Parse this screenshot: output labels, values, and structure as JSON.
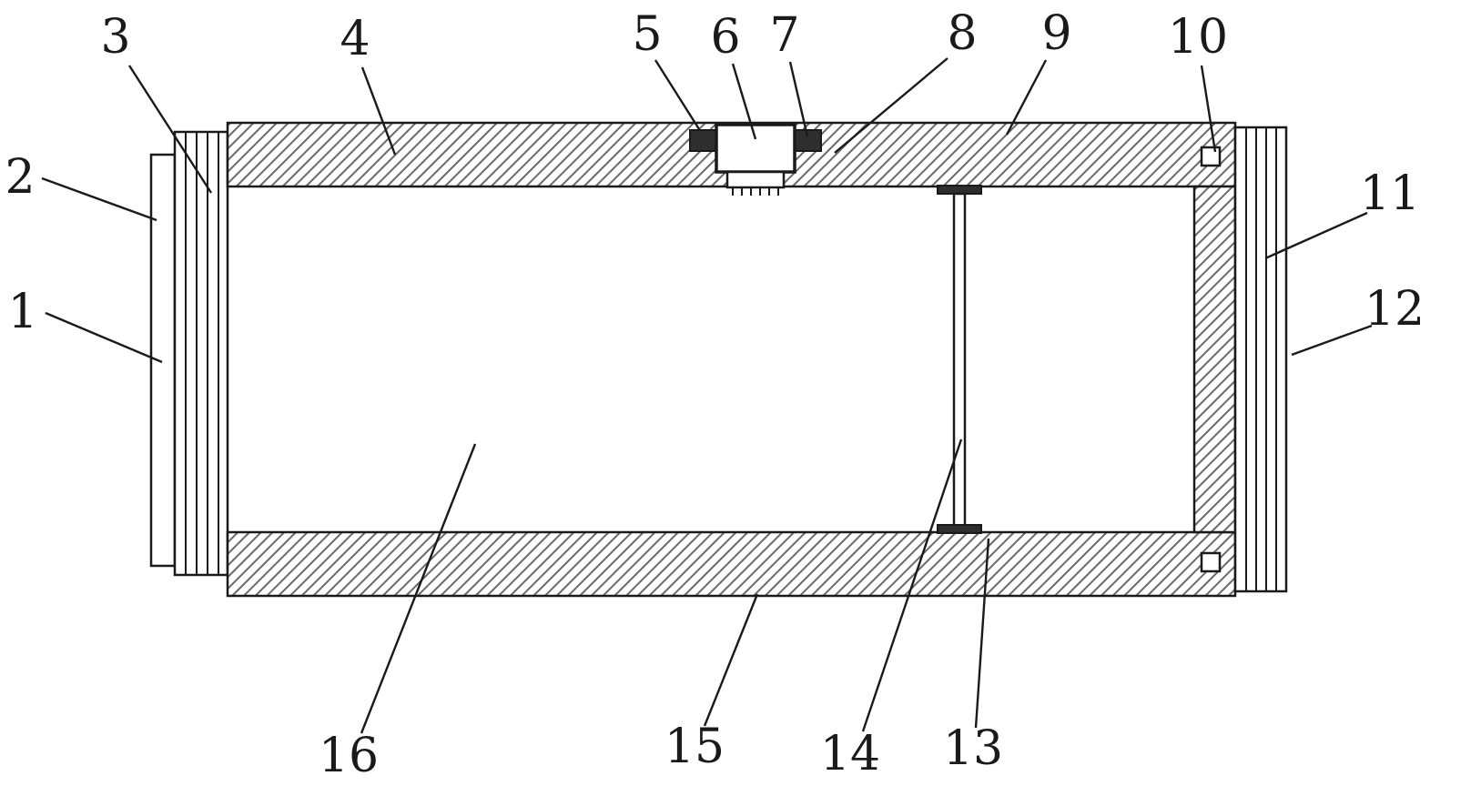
{
  "colors": {
    "background": "#ffffff",
    "line-color": "#1a1a1a",
    "hatch-color": "#6a6a6a",
    "dark-part": "#2e2e2e"
  },
  "figure": {
    "labels": [
      {
        "text": "1"
      },
      {
        "text": "2"
      },
      {
        "text": "3"
      },
      {
        "text": "4"
      },
      {
        "text": "5"
      },
      {
        "text": "6"
      },
      {
        "text": "7"
      },
      {
        "text": "8"
      },
      {
        "text": "9"
      },
      {
        "text": "10"
      },
      {
        "text": "11"
      },
      {
        "text": "12"
      },
      {
        "text": "13"
      },
      {
        "text": "14"
      },
      {
        "text": "15"
      },
      {
        "text": "16"
      }
    ]
  }
}
